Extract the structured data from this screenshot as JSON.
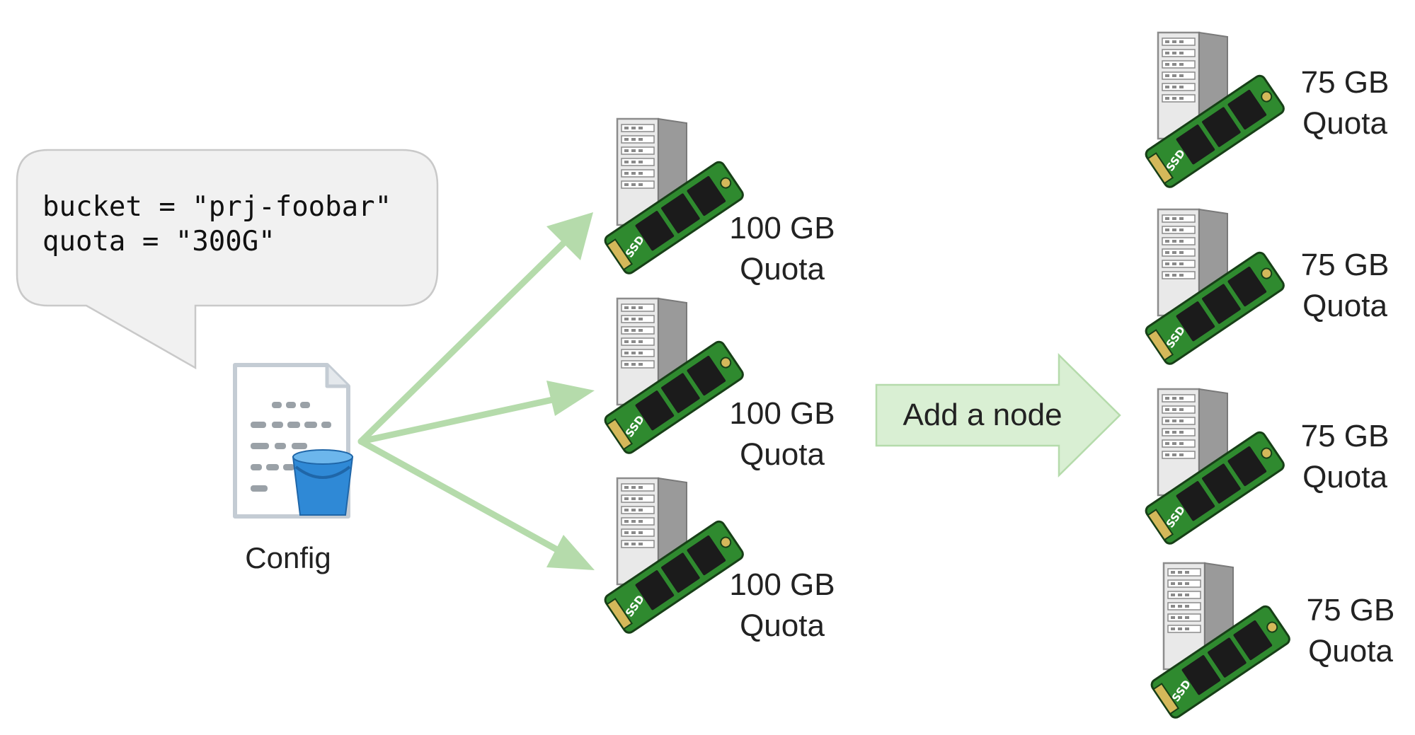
{
  "bubble": {
    "line1": "bucket = \"prj-foobar\"",
    "line2": "quota = \"300G\""
  },
  "config": {
    "label": "Config"
  },
  "before_nodes": [
    {
      "size": "100 GB",
      "quota_word": "Quota"
    },
    {
      "size": "100 GB",
      "quota_word": "Quota"
    },
    {
      "size": "100 GB",
      "quota_word": "Quota"
    }
  ],
  "transition": {
    "label": "Add a node"
  },
  "after_nodes": [
    {
      "size": "75 GB",
      "quota_word": "Quota"
    },
    {
      "size": "75 GB",
      "quota_word": "Quota"
    },
    {
      "size": "75 GB",
      "quota_word": "Quota"
    },
    {
      "size": "75 GB",
      "quota_word": "Quota"
    }
  ],
  "ssd_chip_text": "SSD",
  "colors": {
    "arrow": "#b5dbab",
    "big_arrow_fill": "#d9efd3",
    "big_arrow_stroke": "#b5dbab",
    "ssd_board": "#2f8a2f",
    "bucket": "#2f89d6"
  },
  "icons": {
    "server": "server-icon",
    "ssd": "ssd-icon",
    "config_file": "document-icon",
    "bucket": "bucket-icon"
  }
}
